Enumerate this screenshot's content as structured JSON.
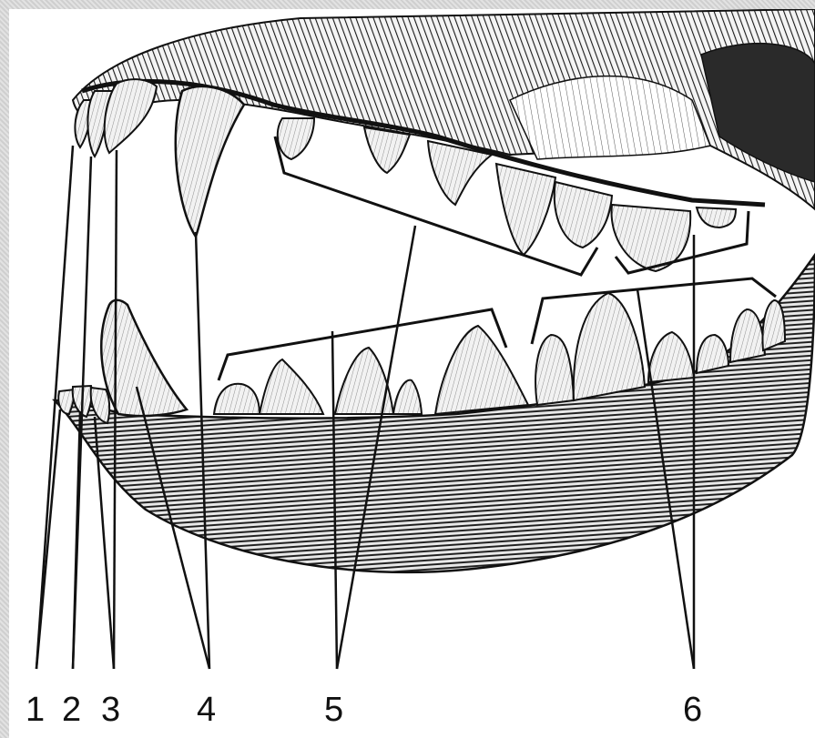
{
  "figure": {
    "labels": [
      {
        "id": "1",
        "text": "1"
      },
      {
        "id": "2",
        "text": "2"
      },
      {
        "id": "3",
        "text": "3"
      },
      {
        "id": "4",
        "text": "4"
      },
      {
        "id": "5",
        "text": "5"
      },
      {
        "id": "6",
        "text": "6"
      }
    ]
  },
  "colors": {
    "ink": "#111111",
    "bone_light": "#efefef",
    "bone_mid": "#bdbdbd",
    "shadow": "#3a3a3a",
    "background": "#ffffff",
    "border": "#d8d8d8"
  }
}
